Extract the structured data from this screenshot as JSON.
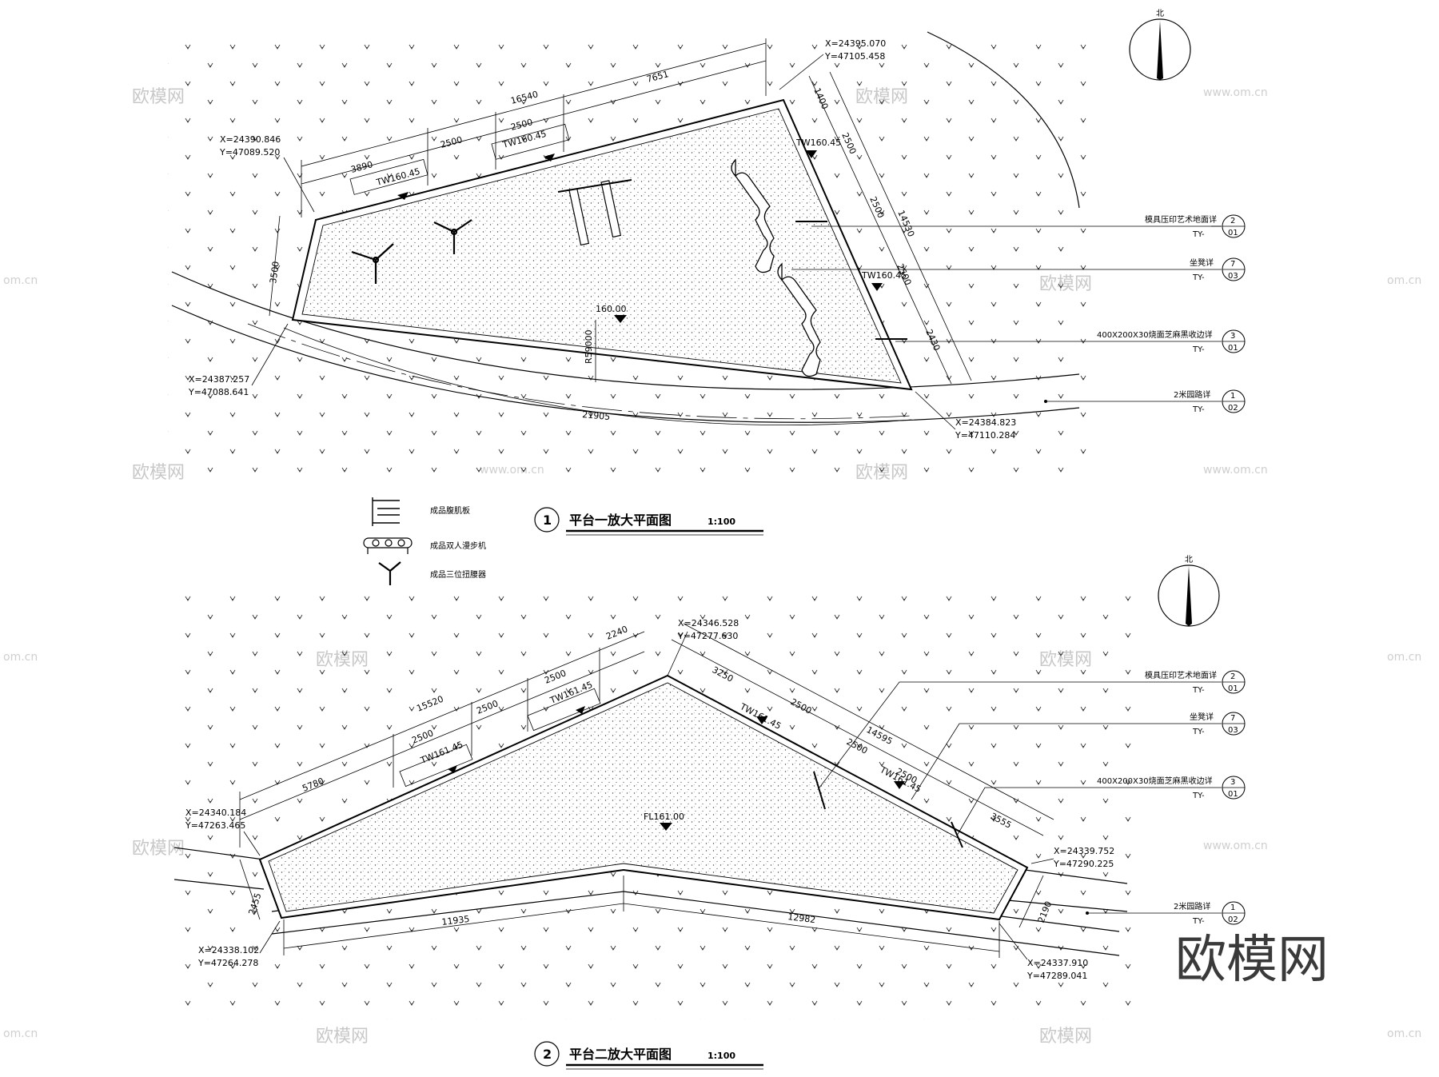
{
  "watermark": {
    "brand": "欧模网",
    "site": "www.om.cn",
    "site_short": "om.cn"
  },
  "north_label": "北",
  "plan1": {
    "title_number": "1",
    "title": "平台一放大平面图",
    "scale": "1:100",
    "dims": {
      "top_total": "16540",
      "top_7651": "7651",
      "top_2500_a": "2500",
      "top_2500_b": "2500",
      "top_3890": "3890",
      "right_1400": "1400",
      "right_2500_a": "2500",
      "right_2500_b": "2500",
      "right_2500_c": "2500",
      "right_14530": "14530",
      "right_2430": "2430",
      "left_3500": "3500",
      "radius": "R59000",
      "bottom_21905": "21905"
    },
    "coords": {
      "top_right_x": "X=24395.070",
      "top_right_y": "Y=47105.458",
      "top_left_x": "X=24390.846",
      "top_left_y": "Y=47089.520",
      "bottom_left_x": "X=24387.257",
      "bottom_left_y": "Y=47088.641",
      "bottom_right_x": "X=24384.823",
      "bottom_right_y": "Y=47110.284"
    },
    "levels": {
      "tw_top_left": "TW160.45",
      "tw_top_mid": "TW160.45",
      "tw_right_top": "TW160.45",
      "tw_right_mid": "TW160.45",
      "center": "160.00"
    },
    "callouts": [
      {
        "label": "模具压印艺术地面详",
        "num": "2",
        "sheet": "01",
        "ref": "TY-"
      },
      {
        "label": "坐凳详",
        "num": "7",
        "sheet": "03",
        "ref": "TY-"
      },
      {
        "label": "400X200X30烧面芝麻黑收边详",
        "num": "3",
        "sheet": "01",
        "ref": "TY-"
      },
      {
        "label": "2米园路详",
        "num": "1",
        "sheet": "02",
        "ref": "TY-"
      }
    ]
  },
  "legend": [
    {
      "label": "成品腹肌板",
      "icon": "sit-up-bench-icon"
    },
    {
      "label": "成品双人漫步机",
      "icon": "walker-icon"
    },
    {
      "label": "成品三位扭腰器",
      "icon": "waist-twister-icon"
    }
  ],
  "plan2": {
    "title_number": "2",
    "title": "平台二放大平面图",
    "scale": "1:100",
    "dims": {
      "top_15520": "15520",
      "top_2240": "2240",
      "top_2500_a": "2500",
      "top_2500_b": "2500",
      "top_2500_c": "2500",
      "top_5780": "5780",
      "right_3250": "3250",
      "right_2500_a": "2500",
      "right_2500_b": "2500",
      "right_2500_c": "2500",
      "right_14595": "14595",
      "right_3555": "3555",
      "left_2455": "2455",
      "right_2190": "2190",
      "bottom_11935": "11935",
      "bottom_12982": "12982"
    },
    "coords": {
      "top_x": "X=24346.528",
      "top_y": "Y=47277.630",
      "left_x": "X=24340.184",
      "left_y": "Y=47263.465",
      "right_x": "X=24339.752",
      "right_y": "Y=47290.225",
      "bottom_left_x": "X=24338.102",
      "bottom_left_y": "Y=47264.278",
      "bottom_right_x": "X=24337.910",
      "bottom_right_y": "Y=47289.041"
    },
    "levels": {
      "tw_left": "TW161.45",
      "tw_top": "TW161.45",
      "tw_right_a": "TW161.45",
      "tw_right_b": "TW161.45",
      "center": "FL161.00"
    },
    "callouts": [
      {
        "label": "模具压印艺术地面详",
        "num": "2",
        "sheet": "01",
        "ref": "TY-"
      },
      {
        "label": "坐凳详",
        "num": "7",
        "sheet": "03",
        "ref": "TY-"
      },
      {
        "label": "400X200X30烧面芝麻黑收边详",
        "num": "3",
        "sheet": "01",
        "ref": "TY-"
      },
      {
        "label": "2米园路详",
        "num": "1",
        "sheet": "02",
        "ref": "TY-"
      }
    ]
  }
}
